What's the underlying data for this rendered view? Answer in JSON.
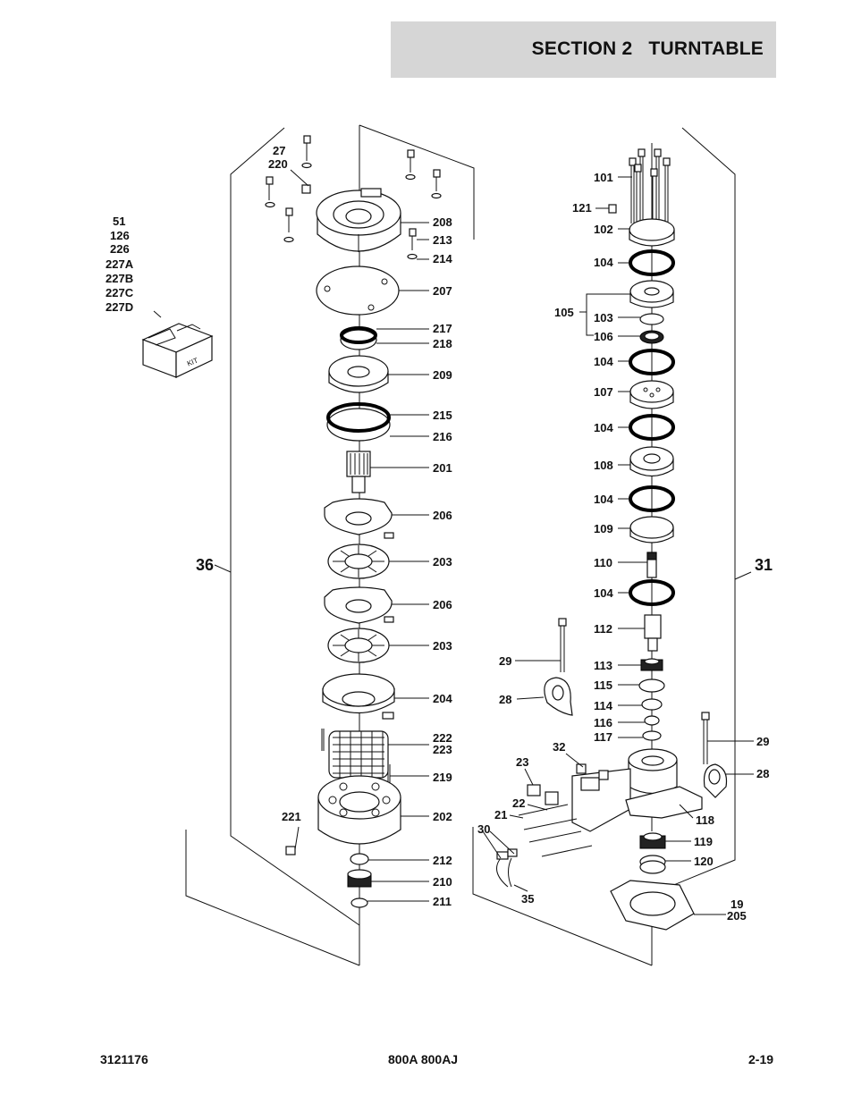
{
  "header": {
    "title": "SECTION 2   TURNTABLE"
  },
  "figure": {
    "callouts_left": {
      "27": "27",
      "220": "220",
      "208": "208",
      "213": "213",
      "214": "214",
      "207": "207",
      "217": "217",
      "218": "218",
      "209": "209",
      "215": "215",
      "216": "216",
      "201": "201",
      "206a": "206",
      "203a": "203",
      "206b": "206",
      "203b": "203",
      "204": "204",
      "222": "222",
      "223": "223",
      "219": "219",
      "221": "221",
      "202": "202",
      "212": "212",
      "210": "210",
      "211": "211"
    },
    "kit_numbers": [
      "51",
      "126",
      "226",
      "227A",
      "227B",
      "227C",
      "227D"
    ],
    "kit_box_label": "KIT",
    "assembly_left": "36",
    "assembly_right": "31",
    "callouts_right": {
      "101": "101",
      "121": "121",
      "102": "102",
      "104a": "104",
      "105": "105",
      "103": "103",
      "106": "106",
      "104b": "104",
      "107": "107",
      "104c": "104",
      "108": "108",
      "104d": "104",
      "109": "109",
      "110": "110",
      "104e": "104",
      "112": "112",
      "29a": "29",
      "113": "113",
      "28a": "28",
      "115": "115",
      "114": "114",
      "116": "116",
      "117": "117",
      "29b": "29",
      "32": "32",
      "23": "23",
      "28b": "28",
      "22": "22",
      "21": "21",
      "118": "118",
      "30": "30",
      "119": "119",
      "120": "120",
      "35": "35",
      "19": "19",
      "205": "205"
    }
  },
  "footer": {
    "doc_number": "3121176",
    "models": "800A 800AJ",
    "page": "2-19"
  }
}
